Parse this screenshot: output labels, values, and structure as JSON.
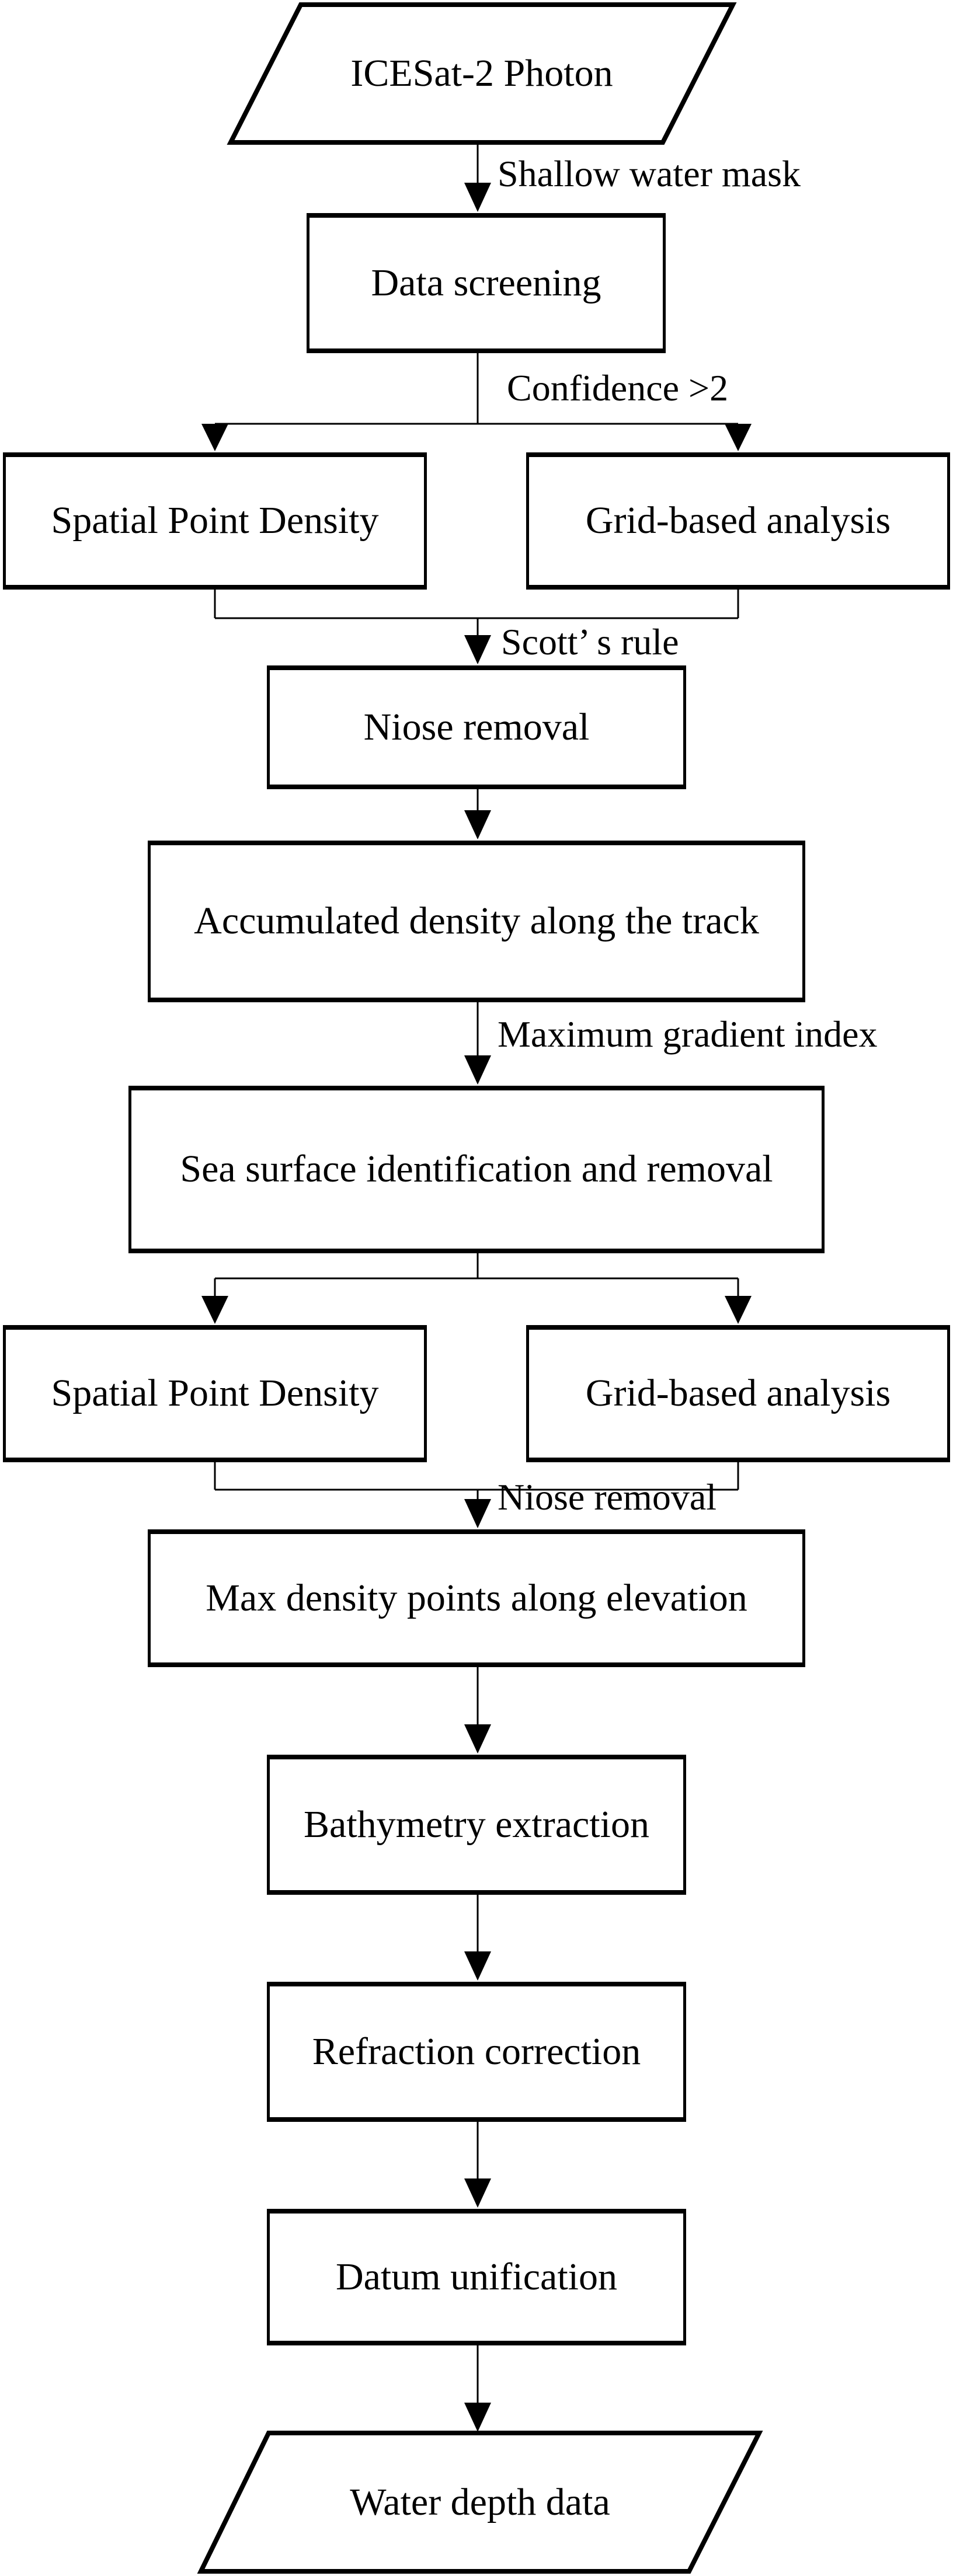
{
  "colors": {
    "background": "#ffffff",
    "stroke": "#000000",
    "text": "#000000"
  },
  "nodes": {
    "start": {
      "label": "ICESat-2 Photon",
      "shape": "parallelogram"
    },
    "data_screening": {
      "label": "Data screening",
      "shape": "rectangle"
    },
    "spatial_point_density_1": {
      "label": "Spatial Point Density",
      "shape": "rectangle"
    },
    "grid_based_analysis_1": {
      "label": "Grid-based analysis",
      "shape": "rectangle"
    },
    "noise_removal": {
      "label": "Niose removal",
      "shape": "rectangle"
    },
    "accumulated_density": {
      "label": "Accumulated density along the track",
      "shape": "rectangle"
    },
    "sea_surface": {
      "label": "Sea surface identification and removal",
      "shape": "rectangle"
    },
    "spatial_point_density_2": {
      "label": "Spatial Point Density",
      "shape": "rectangle"
    },
    "grid_based_analysis_2": {
      "label": "Grid-based analysis",
      "shape": "rectangle"
    },
    "max_density_points": {
      "label": "Max density points along elevation",
      "shape": "rectangle"
    },
    "bathymetry_extraction": {
      "label": "Bathymetry extraction",
      "shape": "rectangle"
    },
    "refraction_correction": {
      "label": "Refraction correction",
      "shape": "rectangle"
    },
    "datum_unification": {
      "label": "Datum unification",
      "shape": "rectangle"
    },
    "end": {
      "label": "Water depth data",
      "shape": "parallelogram"
    }
  },
  "edge_labels": {
    "shallow_water_mask": "Shallow water mask",
    "confidence": "Confidence >2",
    "scotts_rule": "Scott’ s rule",
    "maximum_gradient_index": "Maximum gradient index",
    "noise_removal": "Niose removal"
  }
}
